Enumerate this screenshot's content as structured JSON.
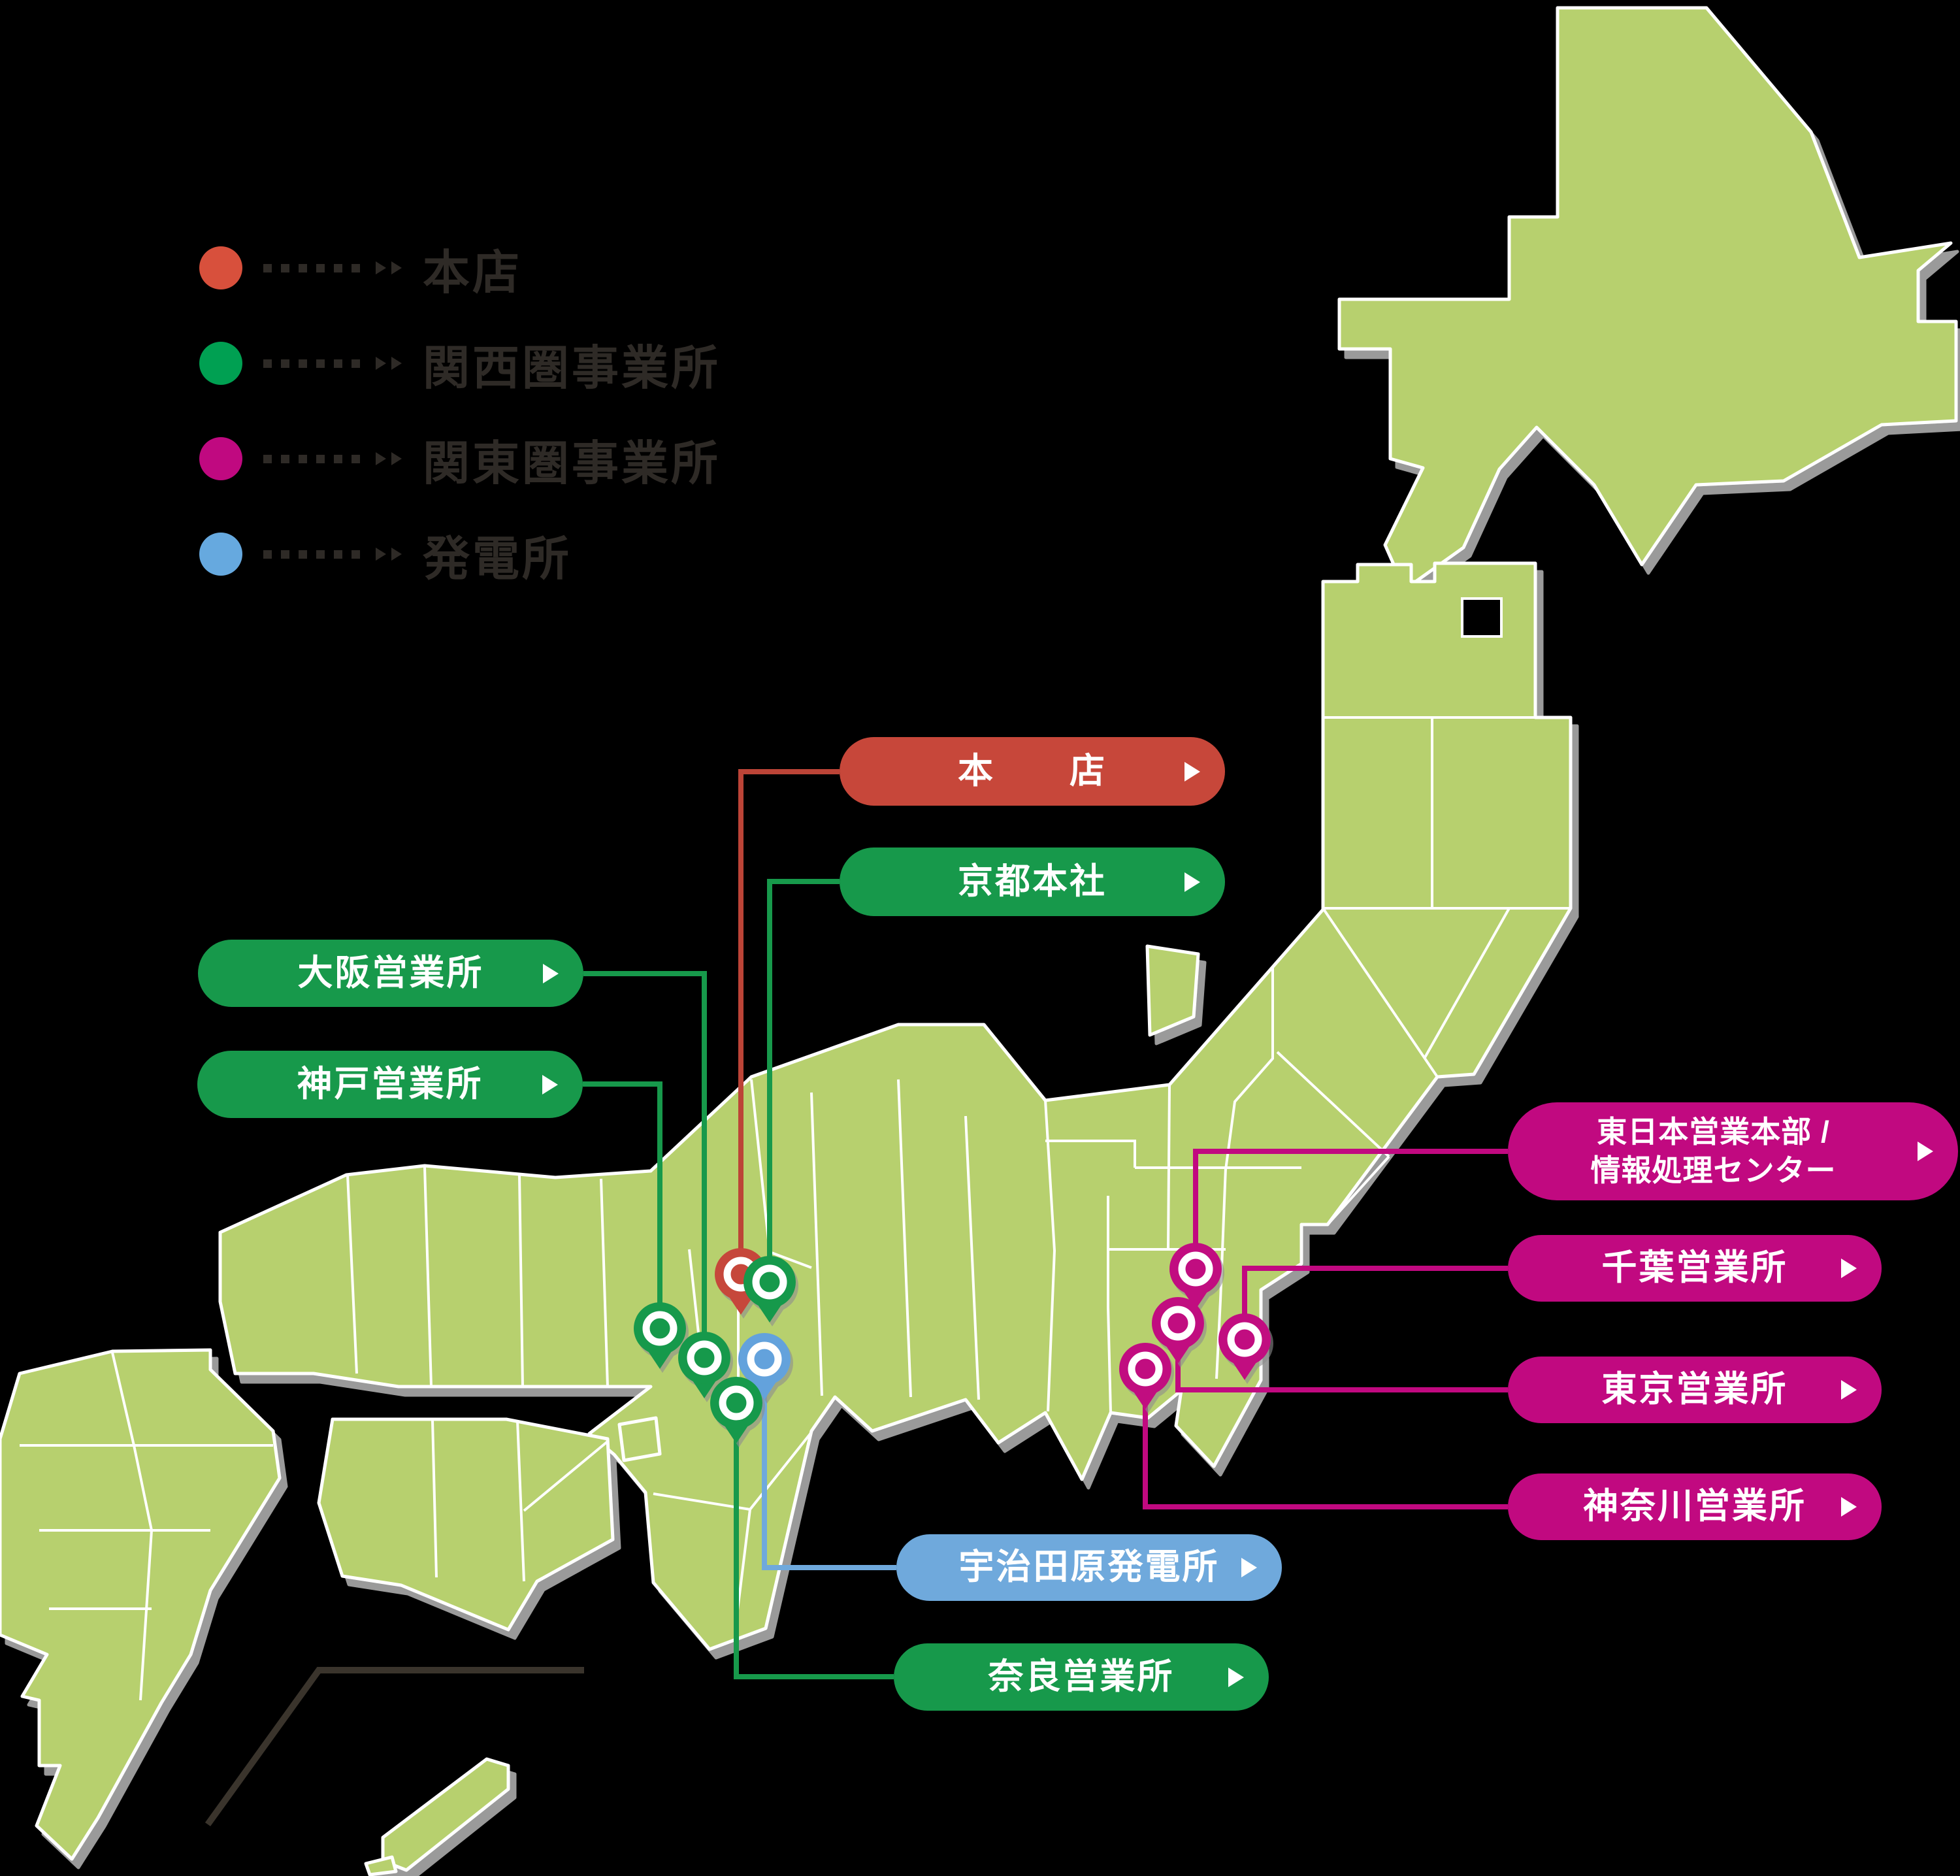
{
  "page": {
    "background": "#000000",
    "description": "事業所・発電所マップ (offices and power plant map of Japan)"
  },
  "legend": {
    "items": [
      {
        "id": "head-office",
        "label": "本店",
        "color": "#d8503c"
      },
      {
        "id": "kansai-offices",
        "label": "関西圏事業所",
        "color": "#00a052"
      },
      {
        "id": "kanto-offices",
        "label": "関東圏事業所",
        "color": "#c00980"
      },
      {
        "id": "power-plant",
        "label": "発電所",
        "color": "#66a9df"
      }
    ]
  },
  "map": {
    "name": "日本地図",
    "land_color": "#b7d06e",
    "border_color": "#ffffff",
    "shadow_color": "#9a9a9a",
    "okinawa_divider_color": "#3a342c"
  },
  "locations": [
    {
      "id": "honten",
      "label": "本　　店",
      "category": "head-office",
      "color": "#c7473a"
    },
    {
      "id": "kyoto-honsha",
      "label": "京都本社",
      "category": "kansai-offices",
      "color": "#17994b"
    },
    {
      "id": "osaka",
      "label": "大阪営業所",
      "category": "kansai-offices",
      "color": "#17994b"
    },
    {
      "id": "kobe",
      "label": "神戸営業所",
      "category": "kansai-offices",
      "color": "#17994b"
    },
    {
      "id": "higashi-nihon",
      "label": "東日本営業本部 /\n情報処理センター",
      "category": "kanto-offices",
      "color": "#c10980"
    },
    {
      "id": "chiba",
      "label": "千葉営業所",
      "category": "kanto-offices",
      "color": "#c10980"
    },
    {
      "id": "tokyo",
      "label": "東京営業所",
      "category": "kanto-offices",
      "color": "#c10980"
    },
    {
      "id": "kanagawa",
      "label": "神奈川営業所",
      "category": "kanto-offices",
      "color": "#c10980"
    },
    {
      "id": "ujitawara",
      "label": "宇治田原発電所",
      "category": "power-plant",
      "color": "#6fa9dc"
    },
    {
      "id": "nara",
      "label": "奈良営業所",
      "category": "kansai-offices",
      "color": "#17994b"
    }
  ]
}
